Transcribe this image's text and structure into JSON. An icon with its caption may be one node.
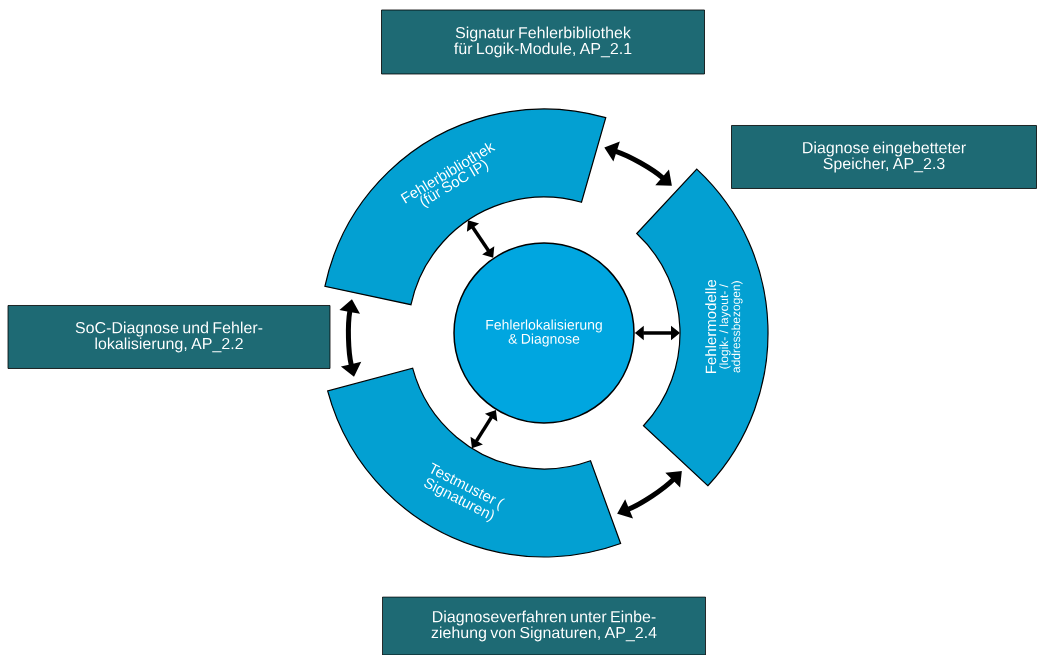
{
  "diagram": {
    "nodes": [
      {
        "text": [
          "Signatur Fehlerbibliothek für Logik-Module, AP_2.1"
        ]
      },
      {
        "text": [
          "Diagnose eingebetteter Speicher, AP_2.3"
        ]
      },
      {
        "text": [
          "SoC-Diagnose und Fehler- lokalisierung, AP_2.2"
        ]
      },
      {
        "text": [
          "Diagnoseverfahren unter Einbe- ziehung von Signaturen, AP_2.4"
        ]
      },
      {
        "text": [
          "Fehlerbibliothek (für SoC IP)"
        ]
      },
      {
        "text": [
          "Fehlermodelle",
          "(logik- / layout- / addressbezogen)"
        ]
      },
      {
        "text": [
          "Testmuster ( Signaturen)"
        ]
      },
      {
        "text": [
          "Fehlerlokalisierung & Diagnose"
        ]
      }
    ],
    "edges": [
      {
        "from": 4,
        "to": 5,
        "arrow": "both"
      },
      {
        "from": 4,
        "to": 6,
        "arrow": "both"
      },
      {
        "from": 5,
        "to": 6,
        "arrow": "both"
      },
      {
        "from": 7,
        "to": 4,
        "arrow": "both"
      },
      {
        "from": 7,
        "to": 5,
        "arrow": "both"
      },
      {
        "from": 7,
        "to": 6,
        "arrow": "both"
      }
    ]
  }
}
